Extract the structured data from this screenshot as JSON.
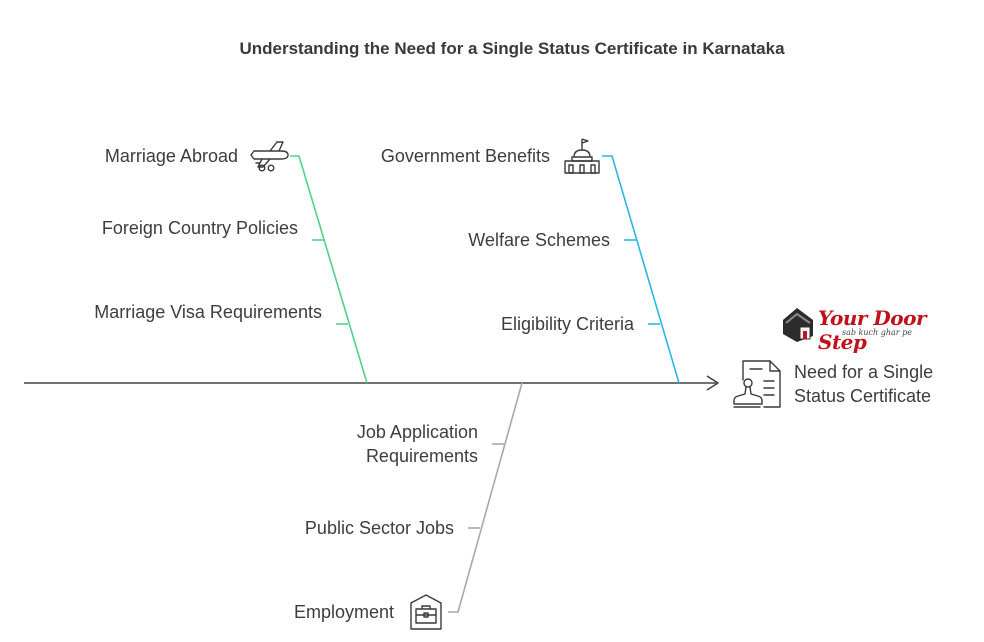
{
  "title": "Understanding the Need for a Single Status Certificate in Karnataka",
  "head_label": "Need for a Single Status Certificate",
  "branches": {
    "marriage": {
      "main": "Marriage Abroad",
      "causes": [
        "Foreign Country Policies",
        "Marriage Visa Requirements"
      ],
      "color": "#4fd38a"
    },
    "government": {
      "main": "Government Benefits",
      "causes": [
        "Welfare Schemes",
        "Eligibility Criteria"
      ],
      "color": "#27b7e8"
    },
    "employment": {
      "main": "Employment",
      "causes": [
        "Job Application Requirements",
        "Public Sector Jobs"
      ],
      "color": "#a8a8a8"
    }
  },
  "logo": {
    "text": "Your Door Step",
    "tagline": "sab kuch ghar pe"
  },
  "icons": [
    "airplane-icon",
    "building-icon",
    "briefcase-icon",
    "certificate-icon",
    "logo-house-icon"
  ],
  "colors": {
    "spine": "#444444",
    "text": "#3d3d3d",
    "logo_red": "#c0121b"
  }
}
